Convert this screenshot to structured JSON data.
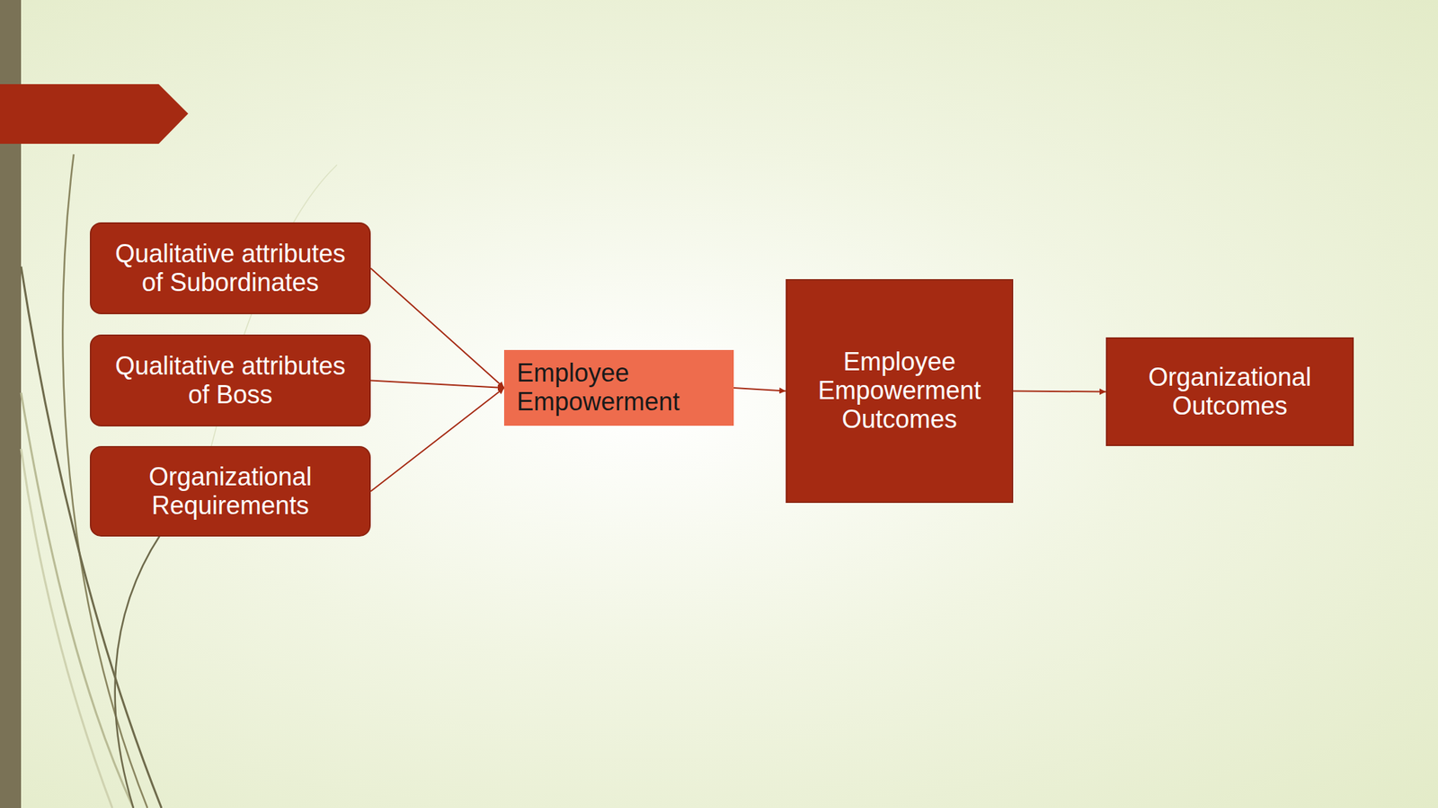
{
  "diagram": {
    "nodes": [
      {
        "text": [
          "Qualitative attributes of Subordinates"
        ]
      },
      {
        "text": [
          "Qualitative attributes of Boss"
        ]
      },
      {
        "text": [
          "Organizational Requirements"
        ]
      },
      {
        "text": [
          "Employee Empowerment"
        ]
      },
      {
        "text": [
          "Employee Empowerment Outcomes"
        ]
      },
      {
        "text": [
          "Organizational Outcomes"
        ]
      }
    ],
    "edges": [
      {
        "from": 0,
        "to": 3,
        "arrow": "to"
      },
      {
        "from": 1,
        "to": 3,
        "arrow": "to"
      },
      {
        "from": 2,
        "to": 3,
        "arrow": "to"
      },
      {
        "from": 3,
        "to": 4,
        "arrow": "to"
      },
      {
        "from": 4,
        "to": 5,
        "arrow": "to"
      }
    ]
  }
}
